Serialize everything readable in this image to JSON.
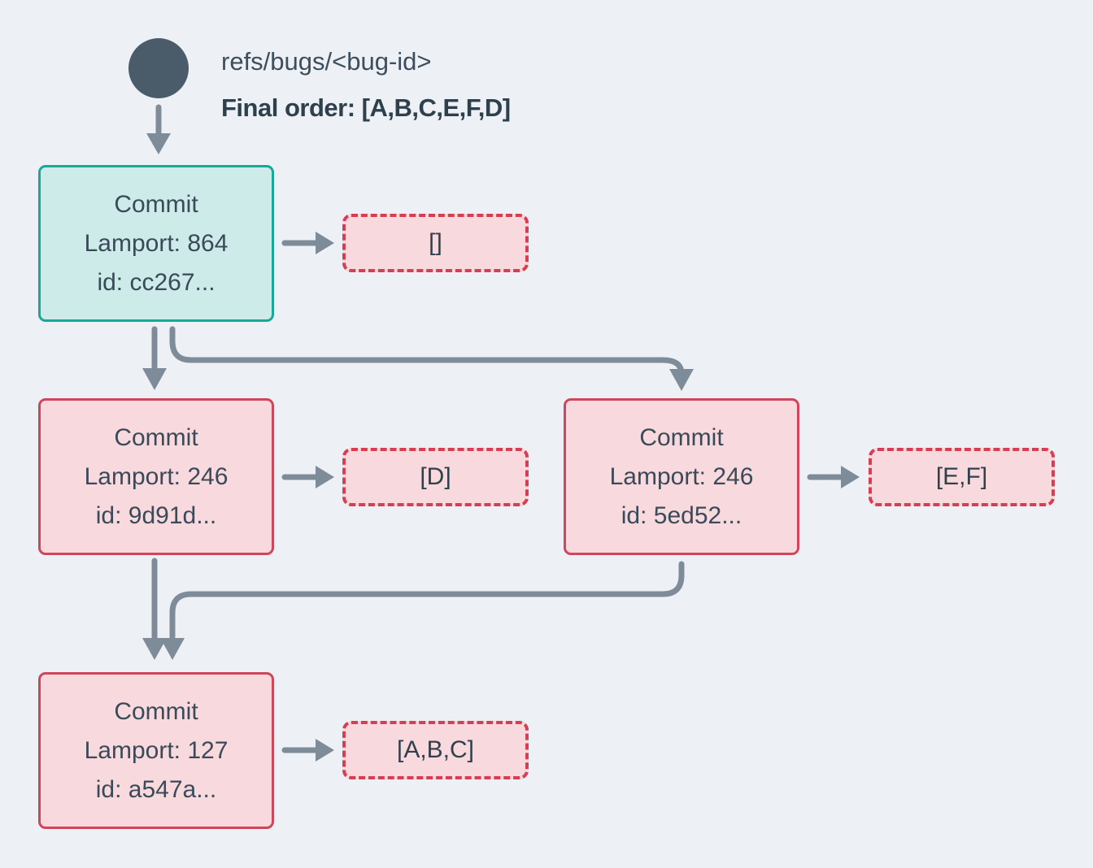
{
  "diagram": {
    "head_ref": {
      "label": "refs/bugs/<bug-id>",
      "final_order": "Final order: [A,B,C,E,F,D]"
    },
    "nodes": [
      {
        "title": "Commit",
        "lamport": "Lamport: 864",
        "id": "id: cc267...",
        "ops": "[]",
        "variant": "root"
      },
      {
        "title": "Commit",
        "lamport": "Lamport: 246",
        "id": "id: 9d91d...",
        "ops": "[D]",
        "variant": "red"
      },
      {
        "title": "Commit",
        "lamport": "Lamport: 246",
        "id": "id: 5ed52...",
        "ops": "[E,F]",
        "variant": "red"
      },
      {
        "title": "Commit",
        "lamport": "Lamport: 127",
        "id": "id: a547a...",
        "ops": "[A,B,C]",
        "variant": "red"
      }
    ],
    "colors": {
      "background": "#edf1f5",
      "arrow": "#7e8b98",
      "head_circle": "#4a5b6a",
      "node_text": "#3a4a58",
      "teal_border": "#1aa896",
      "teal_fill": "#cdebe8",
      "red_border": "#d0455a",
      "red_dashed_border": "#d63e52",
      "red_fill": "#f8d9de"
    }
  }
}
